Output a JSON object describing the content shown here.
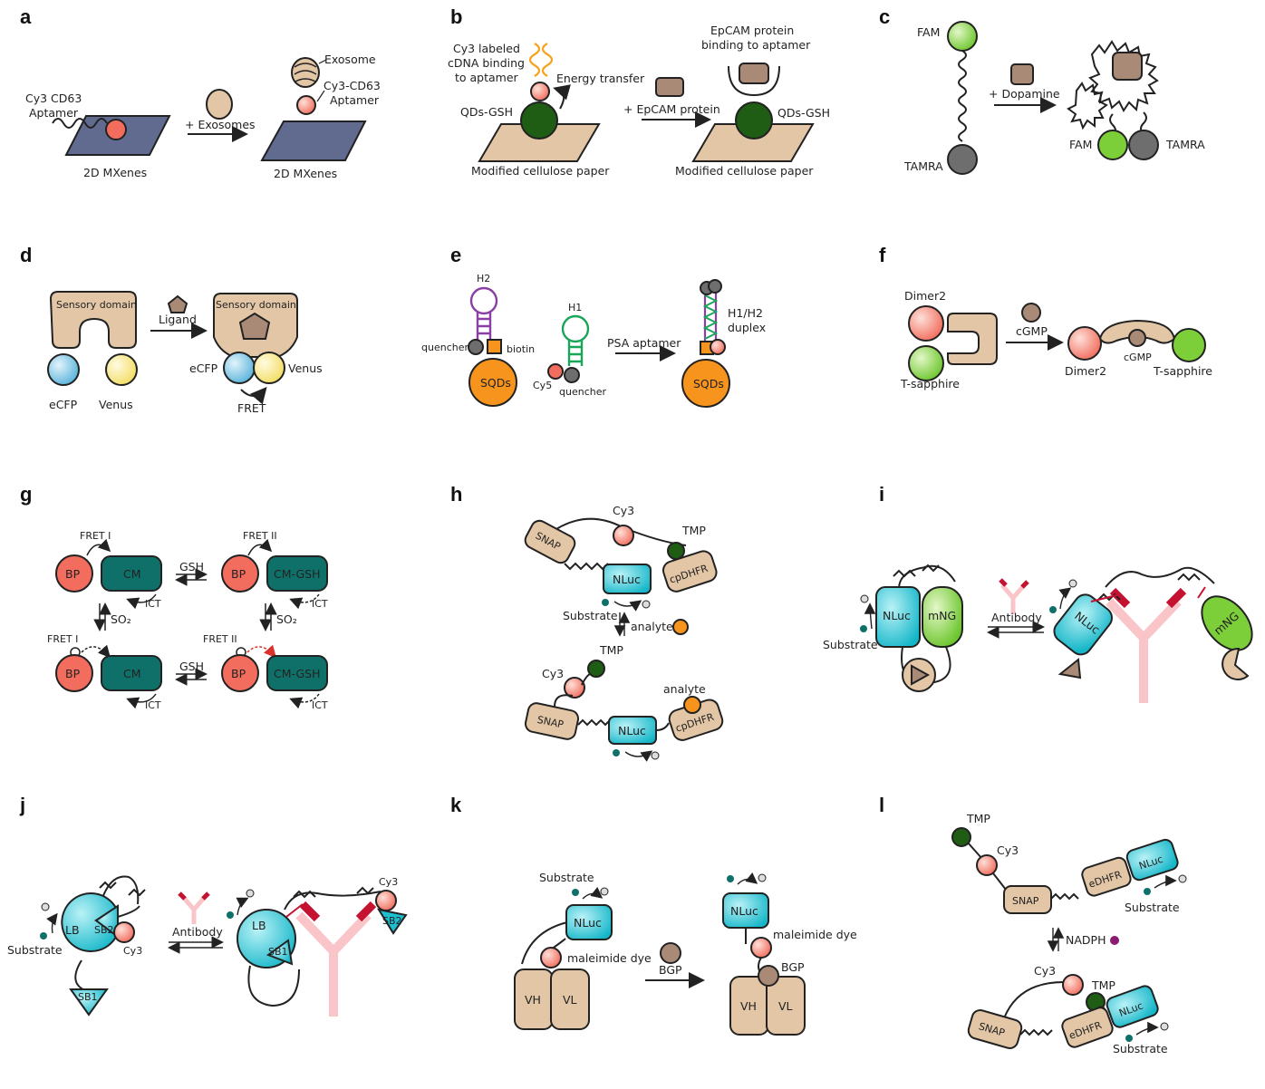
{
  "panels": {
    "a": {
      "letter": "a",
      "aptamer_label": "Cy3 CD63\nAptamer",
      "exosome_label": "Exosome",
      "cy3_aptamer_label": "Cy3-CD63\nAptamer",
      "arrow_label": "+ Exosomes",
      "substrate_left": "2D MXenes",
      "substrate_right": "2D MXenes"
    },
    "b": {
      "letter": "b",
      "cdna_label": "Cy3 labeled\ncDNA binding\nto aptamer",
      "energy_label": "Energy transfer",
      "qd_left": "QDs-GSH",
      "paper_left": "Modified cellulose paper",
      "arrow_label": "+ EpCAM protein",
      "epcam_label": "EpCAM protein\nbinding to aptamer",
      "qd_right": "QDs-GSH",
      "paper_right": "Modified cellulose paper"
    },
    "c": {
      "letter": "c",
      "fam_top": "FAM",
      "tamra_bottom": "TAMRA",
      "arrow_label": "+ Dopamine",
      "fam_right": "FAM",
      "tamra_right": "TAMRA"
    },
    "d": {
      "letter": "d",
      "domain_left": "Sensory domain",
      "ecfp_left": "eCFP",
      "venus_left": "Venus",
      "ligand_label": "Ligand",
      "domain_right": "Sensory domain",
      "ecfp_right": "eCFP",
      "venus_right": "Venus",
      "fret_label": "FRET"
    },
    "e": {
      "letter": "e",
      "h2_label": "H2",
      "quencher_left": "quencher",
      "biotin_label": "biotin",
      "sqds_left": "SQDs",
      "h1_label": "H1",
      "cy5_label": "Cy5",
      "quencher_mid": "quencher",
      "arrow_label": "PSA aptamer",
      "duplex_label": "H1/H2\nduplex",
      "sqds_right": "SQDs"
    },
    "f": {
      "letter": "f",
      "dimer2_top": "Dimer2",
      "tsapphire_left": "T-sapphire",
      "cgmp_arrow": "cGMP",
      "dimer2_right": "Dimer2",
      "cgmp_bound": "cGMP",
      "tsapphire_right": "T-sapphire"
    },
    "g": {
      "letter": "g",
      "fret1_a": "FRET I",
      "fret2_a": "FRET II",
      "bp": "BP",
      "cm": "CM",
      "cm_gsh": "CM-GSH",
      "gsh_top": "GSH",
      "gsh_bottom": "GSH",
      "ict": "ICT",
      "so2": "SO₂",
      "fret1_b": "FRET I",
      "fret2_b": "FRET II"
    },
    "h": {
      "letter": "h",
      "cy3_top": "Cy3",
      "tmp_top": "TMP",
      "snap": "SNAP",
      "nluc": "NLuc",
      "cpdhfr": "cpDHFR",
      "substrate": "Substrate",
      "analyte_arrow": "analyte",
      "tmp_bottom": "TMP",
      "cy3_bottom": "Cy3",
      "analyte_bound": "analyte"
    },
    "i": {
      "letter": "i",
      "nluc": "NLuc",
      "mng": "mNG",
      "substrate": "Substrate",
      "antibody": "Antibody"
    },
    "j": {
      "letter": "j",
      "lb": "LB",
      "sb2": "SB2",
      "cy3": "Cy3",
      "substrate": "Substrate",
      "sb1": "SB1",
      "antibody": "Antibody"
    },
    "k": {
      "letter": "k",
      "substrate": "Substrate",
      "nluc": "NLuc",
      "maleimide_left": "maleimide dye",
      "vh": "VH",
      "vl": "VL",
      "bgp_arrow": "BGP",
      "maleimide_right": "maleimide dye",
      "bgp_bound": "BGP"
    },
    "l": {
      "letter": "l",
      "tmp_top": "TMP",
      "cy3_top": "Cy3",
      "snap": "SNAP",
      "edhfr": "eDHFR",
      "nluc": "NLuc",
      "substrate": "Substrate",
      "nadph": "NADPH",
      "cy3_bottom": "Cy3",
      "tmp_bottom": "TMP"
    }
  },
  "colors": {
    "tan": "#e3c6a6",
    "brown": "#a98a77",
    "salmon": "#f26d5e",
    "pink_light": "#fbb4a8",
    "dark_green": "#1f5c14",
    "light_green": "#7dcf3a",
    "grey": "#6e6e6e",
    "teal": "#1cbfd0",
    "dark_teal": "#0e7069",
    "orange": "#f7941d",
    "slate": "#616a8f",
    "magenta": "#8a1a72",
    "red_dark": "#c41230",
    "pink_ab": "#f9c5c8",
    "ecfp": "#9fd0ea",
    "venus": "#f8ec8f",
    "purple": "#8a3fa2",
    "green_hp": "#19a65a"
  }
}
